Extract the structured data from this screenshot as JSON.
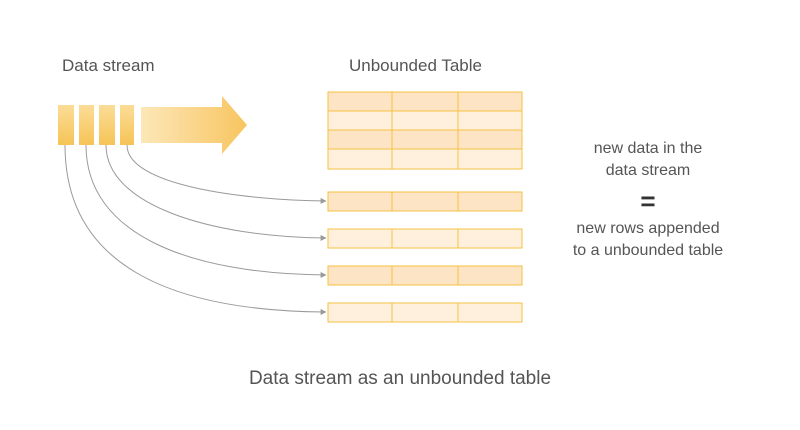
{
  "diagram": {
    "stream_title": "Data stream",
    "table_title": "Unbounded Table",
    "explanation": {
      "line1": "new data in the",
      "line2": "data stream",
      "equals": "=",
      "line3": "new rows appended",
      "line4": "to a unbounded table"
    },
    "caption": "Data stream as an unbounded table"
  },
  "colors": {
    "cell_fill_dark": "#fde4c4",
    "cell_fill_light": "#fff0dd",
    "cell_border": "#f5c242",
    "chunk_fill": "#f9d27c",
    "arrow_light": "#fde7b8",
    "arrow_dark": "#f7c560",
    "connector": "#9a9a9a"
  }
}
